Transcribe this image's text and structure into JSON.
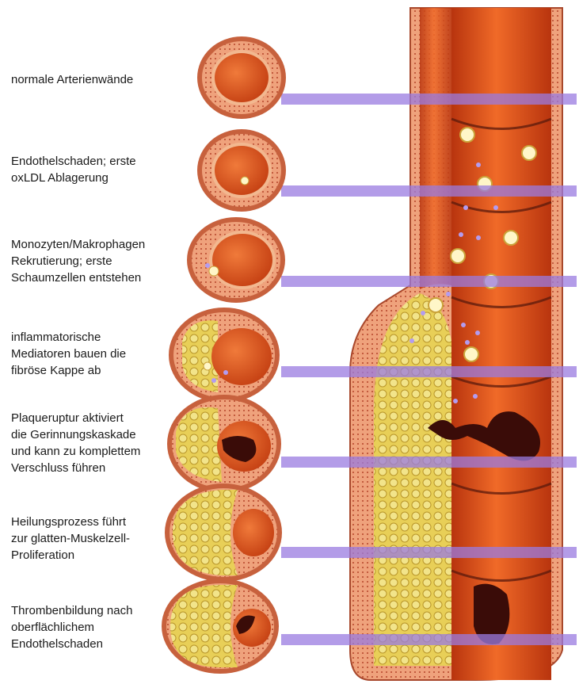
{
  "stages": [
    {
      "label": "normale Arterienwände"
    },
    {
      "label": "Endothelschaden; erste\noxLDL Ablagerung"
    },
    {
      "label": "Monozyten/Makrophagen\nRekrutierung; erste\nSchaumzellen entstehen"
    },
    {
      "label": "inflammatorische\nMediatoren bauen die\nfibröse Kappe ab"
    },
    {
      "label": "Plaqueruptur aktiviert\ndie Gerinnungskaskade\nund kann zu komplettem\nVerschluss führen"
    },
    {
      "label": "Heilungsprozess führt\nzur glatten-Muskelzell-\nProliferation"
    },
    {
      "label": "Thrombenbildung nach\noberflächlichem\nEndothelschaden"
    }
  ],
  "colors": {
    "lumen": "#e0561c",
    "wall": "#e98860",
    "adventitia": "#c7613d",
    "plaque": "#e8cf57",
    "thrombus": "#3a0c08",
    "connector": "#9a7be0"
  }
}
